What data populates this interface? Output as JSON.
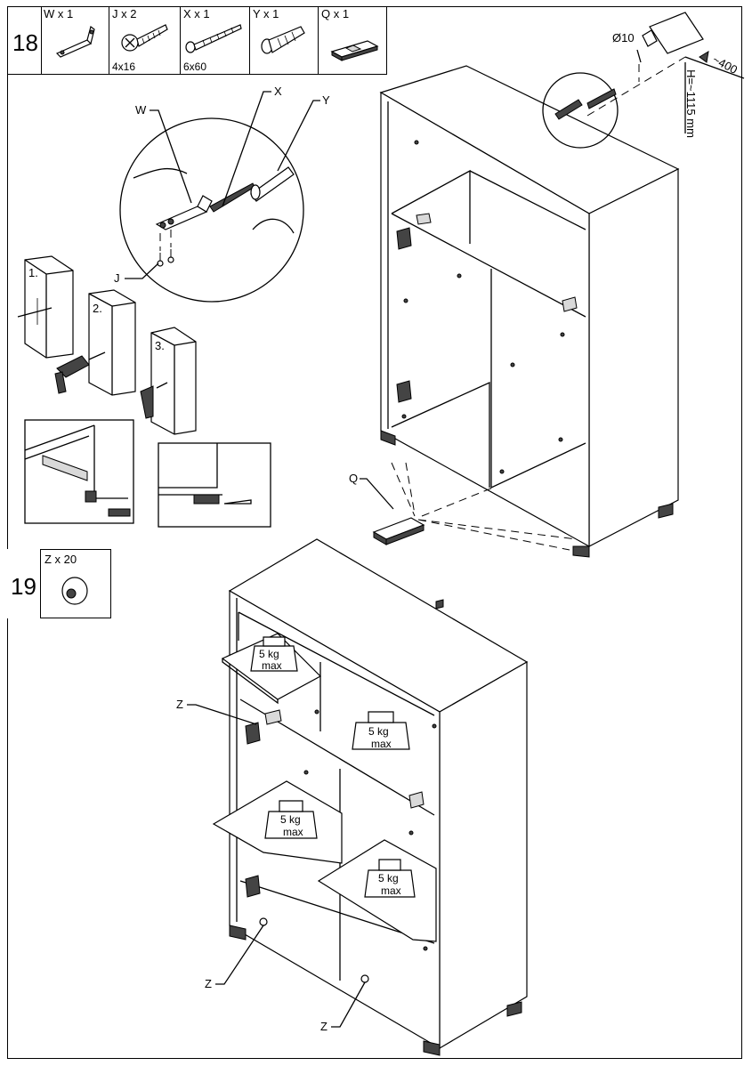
{
  "step18": {
    "number": "18",
    "parts": [
      {
        "qty_label": "W x 1",
        "size": ""
      },
      {
        "qty_label": "J x 2",
        "size": "4x16"
      },
      {
        "qty_label": "X x 1",
        "size": "6x60"
      },
      {
        "qty_label": "Y x 1",
        "size": ""
      },
      {
        "qty_label": "Q x 1",
        "size": ""
      }
    ],
    "callouts": {
      "W": "W",
      "X": "X",
      "Y": "Y",
      "J": "J",
      "Q": "Q"
    },
    "substeps": [
      "1.",
      "2.",
      "3."
    ],
    "drill": {
      "diameter": "Ø10",
      "height": "H=~1115 mm",
      "distance": "~400"
    }
  },
  "step19": {
    "number": "19",
    "parts": [
      {
        "qty_label": "Z x 20"
      }
    ],
    "callouts": {
      "z1": "Z",
      "z2": "Z",
      "z3": "Z"
    },
    "shelf_loads": [
      {
        "weight": "5 kg",
        "unit": "max"
      },
      {
        "weight": "5 kg",
        "unit": "max"
      },
      {
        "weight": "5 kg",
        "unit": "max"
      },
      {
        "weight": "5 kg",
        "unit": "max"
      }
    ]
  }
}
